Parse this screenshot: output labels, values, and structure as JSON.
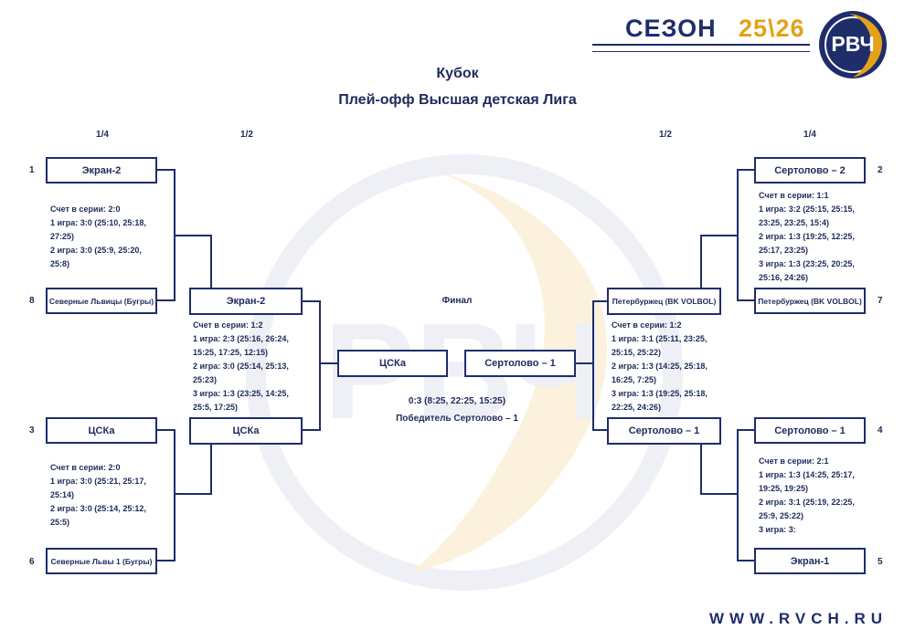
{
  "header": {
    "season_label": "СЕЗОН",
    "season_years": "25\\26",
    "logo_text": "РВЧ",
    "website": "WWW.RVCH.RU"
  },
  "titles": {
    "main": "Кубок",
    "sub": "Плей-офф Высшая детская Лига"
  },
  "rounds": {
    "left_qf": "1/4",
    "left_sf": "1/2",
    "right_sf": "1/2",
    "right_qf": "1/4",
    "final": "Финал"
  },
  "left_qf": [
    {
      "seed_top": "1",
      "team_top": "Экран-2",
      "seed_bottom": "8",
      "team_bottom": "Северные Львицы (Бугры)",
      "info": [
        "Счет в серии: 2:0",
        "1 игра: 3:0 (25:10, 25:18,",
        "27:25)",
        "2 игра: 3:0 (25:9, 25:20,",
        "25:8)"
      ]
    },
    {
      "seed_top": "3",
      "team_top": "ЦСКа",
      "seed_bottom": "6",
      "team_bottom": "Северные Львы 1 (Бугры)",
      "info": [
        "Счет в серии: 2:0",
        "1 игра: 3:0 (25:21, 25:17,",
        "25:14)",
        "2 игра: 3:0 (25:14, 25:12,",
        "25:5)"
      ]
    }
  ],
  "right_qf": [
    {
      "seed_top": "2",
      "team_top": "Сертолово – 2",
      "seed_bottom": "7",
      "team_bottom": "Петербуржец (BK VOLBOL)",
      "info": [
        "Счет в серии: 1:1",
        "1 игра: 3:2 (25:15, 25:15,",
        "23:25, 23:25, 15:4)",
        "2 игра: 1:3 (19:25, 12:25,",
        "25:17, 23:25)",
        "3 игра: 1:3 (23:25, 20:25,",
        "25:16, 24:26)"
      ]
    },
    {
      "seed_top": "4",
      "team_top": "Сертолово – 1",
      "seed_bottom": "5",
      "team_bottom": "Экран-1",
      "info": [
        "Счет в серии: 2:1",
        "1 игра: 1:3 (14:25, 25:17,",
        "19:25, 19:25)",
        "2 игра: 3:1 (25:19, 22:25,",
        "25:9, 25:22)",
        "3 игра: 3:"
      ]
    }
  ],
  "left_sf": {
    "team_top": "Экран-2",
    "team_bottom": "ЦСКа",
    "info": [
      "Счет в серии: 1:2",
      "1 игра: 2:3 (25:16, 26:24,",
      "15:25, 17:25, 12:15)",
      "2 игра: 3:0 (25:14, 25:13,",
      "25:23)",
      "3 игра: 1:3 (23:25, 14:25,",
      "25:5, 17:25)"
    ]
  },
  "right_sf": {
    "team_top": "Петербуржец (BK VOLBOL)",
    "team_bottom": "Сертолово – 1",
    "info": [
      "Счет в серии: 1:2",
      "1 игра: 3:1 (25:11, 23:25,",
      "25:15, 25:22)",
      "2 игра: 1:3 (14:25, 25:18,",
      "16:25, 7:25)",
      "3 игра: 1:3 (19:25, 25:18,",
      "22:25, 24:26)"
    ]
  },
  "final": {
    "team_left": "ЦСКа",
    "team_right": "Сертолово – 1",
    "score": "0:3 (8:25, 22:25, 15:25)",
    "winner": "Победитель Сертолово – 1"
  },
  "colors": {
    "navy": "#1f2d6b",
    "gold": "#e3a21a",
    "text": "#1e2a5a"
  }
}
